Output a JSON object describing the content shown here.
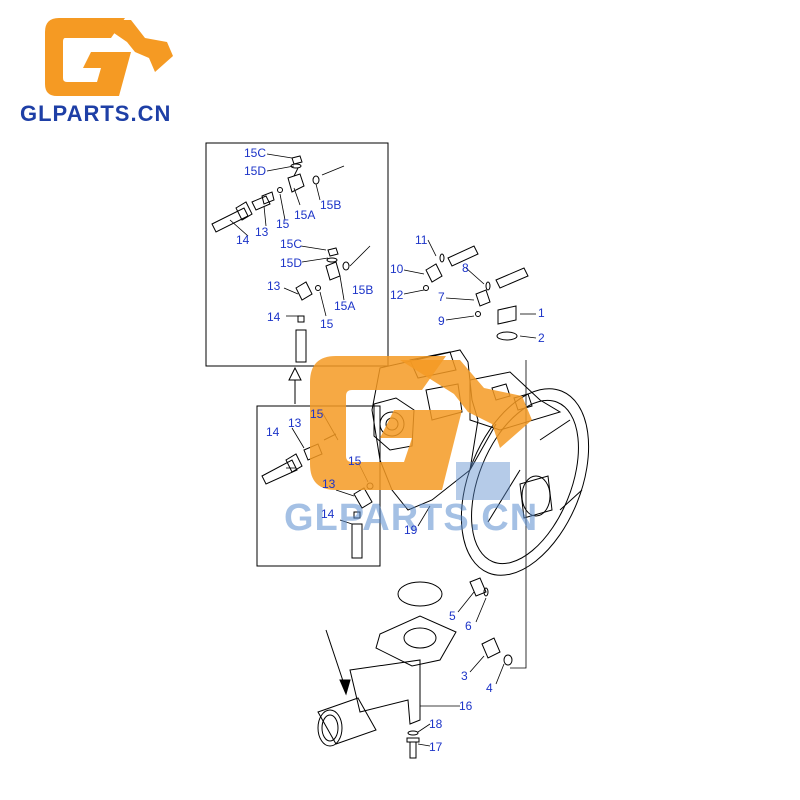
{
  "brand": {
    "name": "GLPARTS.CN",
    "accent_color": "#f59a23",
    "text_color": "#1e3fa6"
  },
  "watermark": {
    "text": "GLPARTS.CN"
  },
  "callouts": {
    "inset_top": [
      "15C",
      "15D",
      "15A",
      "15B",
      "14",
      "13",
      "15",
      "15C",
      "15D",
      "15B",
      "13",
      "15A",
      "14",
      "15"
    ],
    "inset_bottom": [
      "15",
      "14",
      "13",
      "15",
      "13",
      "14"
    ],
    "main": [
      "11",
      "10",
      "8",
      "12",
      "7",
      "1",
      "9",
      "2",
      "19",
      "5",
      "6",
      "3",
      "4",
      "16",
      "18",
      "17"
    ]
  },
  "label_color": "#1c34c8"
}
